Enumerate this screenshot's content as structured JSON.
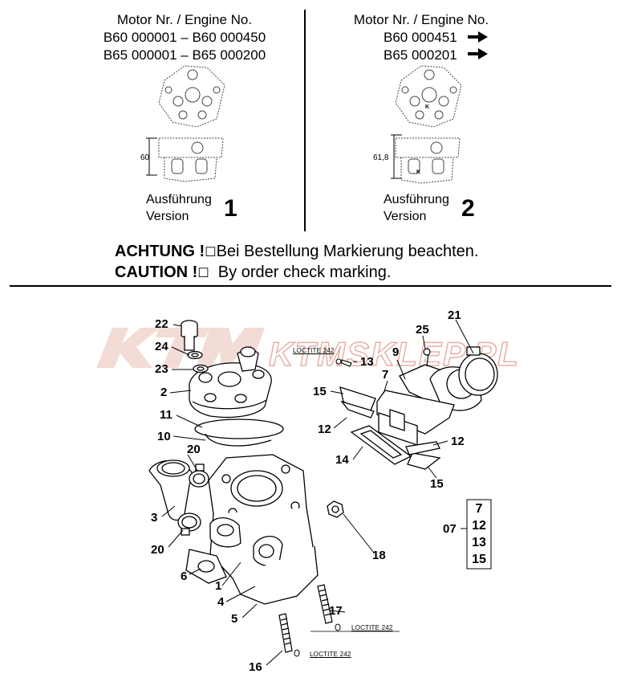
{
  "header": {
    "left": {
      "engine_label": "Motor Nr. / Engine No.",
      "range1": "B60 000001 – B60 000450",
      "range2": "B65 000001 – B65 000200",
      "dim": "60",
      "version_de": "Ausführung",
      "version_en": "Version",
      "version_no": "1"
    },
    "right": {
      "engine_label": "Motor Nr. / Engine No.",
      "range1": "B60 000451",
      "range2": "B65 000201",
      "dim": "61,8",
      "mark": "K",
      "version_de": "Ausführung",
      "version_en": "Version",
      "version_no": "2"
    }
  },
  "warning": {
    "de_bold": "ACHTUNG !",
    "de_text": "Bei Bestellung Markierung beachten.",
    "en_bold": "CAUTION !",
    "en_text": "By order check marking."
  },
  "watermark": "KTMSKLEP.PL",
  "loctite": "LOCTITE 242",
  "labels": [
    "22",
    "24",
    "23",
    "2",
    "11",
    "10",
    "20",
    "3",
    "20",
    "6",
    "1",
    "4",
    "5",
    "16",
    "17",
    "18",
    "13",
    "25",
    "21",
    "9",
    "7",
    "15",
    "12",
    "14",
    "12",
    "15"
  ],
  "kit": {
    "label": "07",
    "items": [
      "7",
      "12",
      "13",
      "15"
    ]
  },
  "colors": {
    "line": "#000000",
    "watermark": "#e8b0a4"
  }
}
